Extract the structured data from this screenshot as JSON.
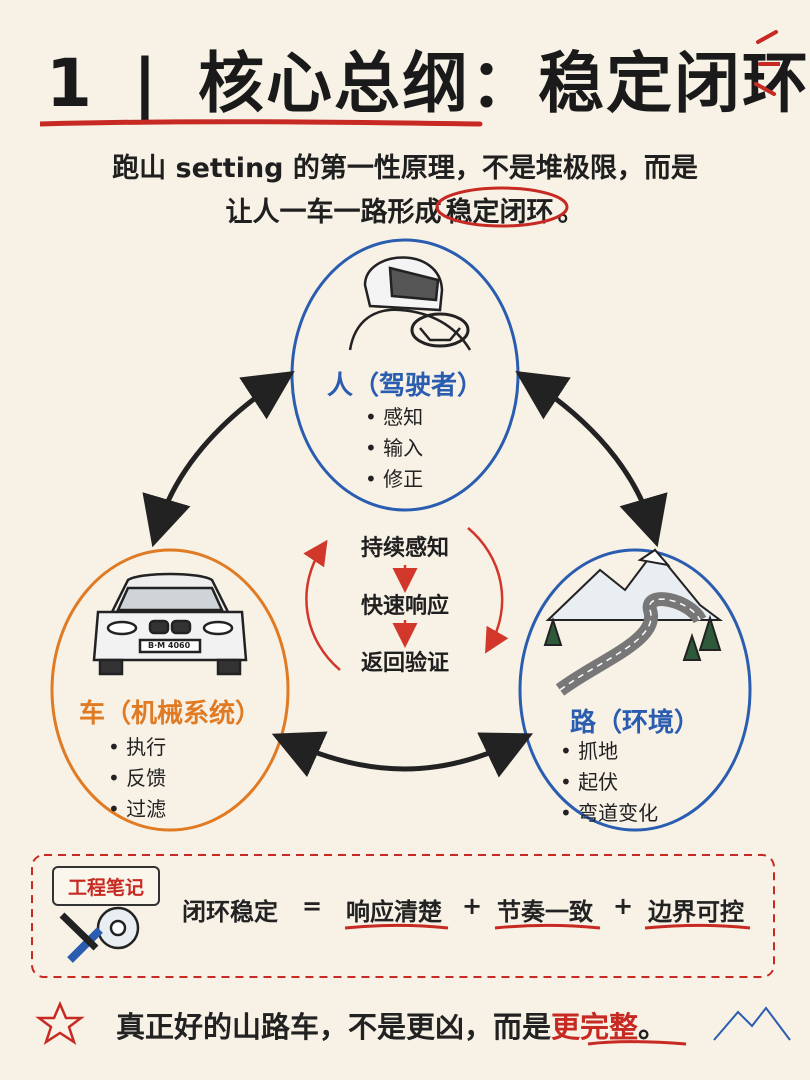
{
  "title": {
    "number": "1",
    "separator": "|",
    "text": "核心总纲：稳定闭环"
  },
  "intro": {
    "line1": "跑山 setting 的第一性原理，不是堆极限，而是",
    "line2_prefix": "让人一车一路形成",
    "line2_circled": "稳定闭环",
    "line2_suffix": "。"
  },
  "nodes": {
    "human": {
      "label": "人（驾驶者）",
      "items": [
        "感知",
        "输入",
        "修正"
      ],
      "color": "#2a5db0"
    },
    "car": {
      "label": "车（机械系统）",
      "items": [
        "执行",
        "反馈",
        "过滤"
      ],
      "color": "#e07b23"
    },
    "road": {
      "label": "路（环境）",
      "items": [
        "抓地",
        "起伏",
        "弯道变化"
      ],
      "color": "#2a5db0"
    }
  },
  "car_plate": "B·M 4060",
  "loop": {
    "steps": [
      "持续感知",
      "快速响应",
      "返回验证"
    ],
    "color": "#d1372b"
  },
  "note": {
    "tag": "工程笔记",
    "lhs": "闭环稳定",
    "eq": "=",
    "terms": [
      "响应清楚",
      "节奏一致",
      "边界可控"
    ],
    "plus": "+"
  },
  "closing": {
    "prefix": "真正好的山路车，不是更凶，而是",
    "highlight": "更完整",
    "suffix": "。"
  },
  "colors": {
    "accent_red": "#c72a23",
    "blue": "#2a5db0",
    "orange": "#e07b23",
    "background": "#f7f1e6"
  }
}
